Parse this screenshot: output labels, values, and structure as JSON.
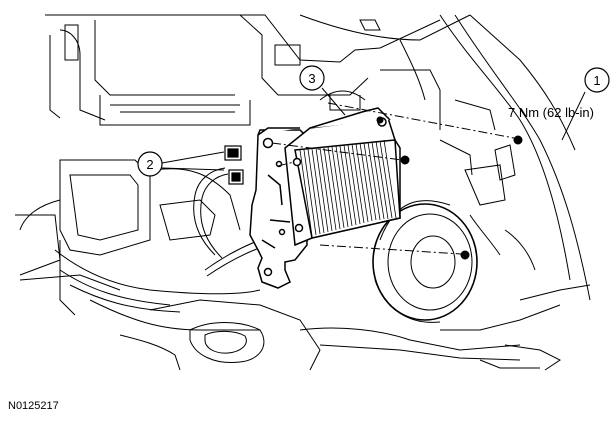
{
  "callouts": [
    {
      "number": "1",
      "spec": "7 Nm (62 lb-in)"
    },
    {
      "number": "2"
    },
    {
      "number": "3"
    }
  ],
  "figure_id": "N0125217",
  "colors": {
    "line": "#000000",
    "background": "#ffffff"
  }
}
